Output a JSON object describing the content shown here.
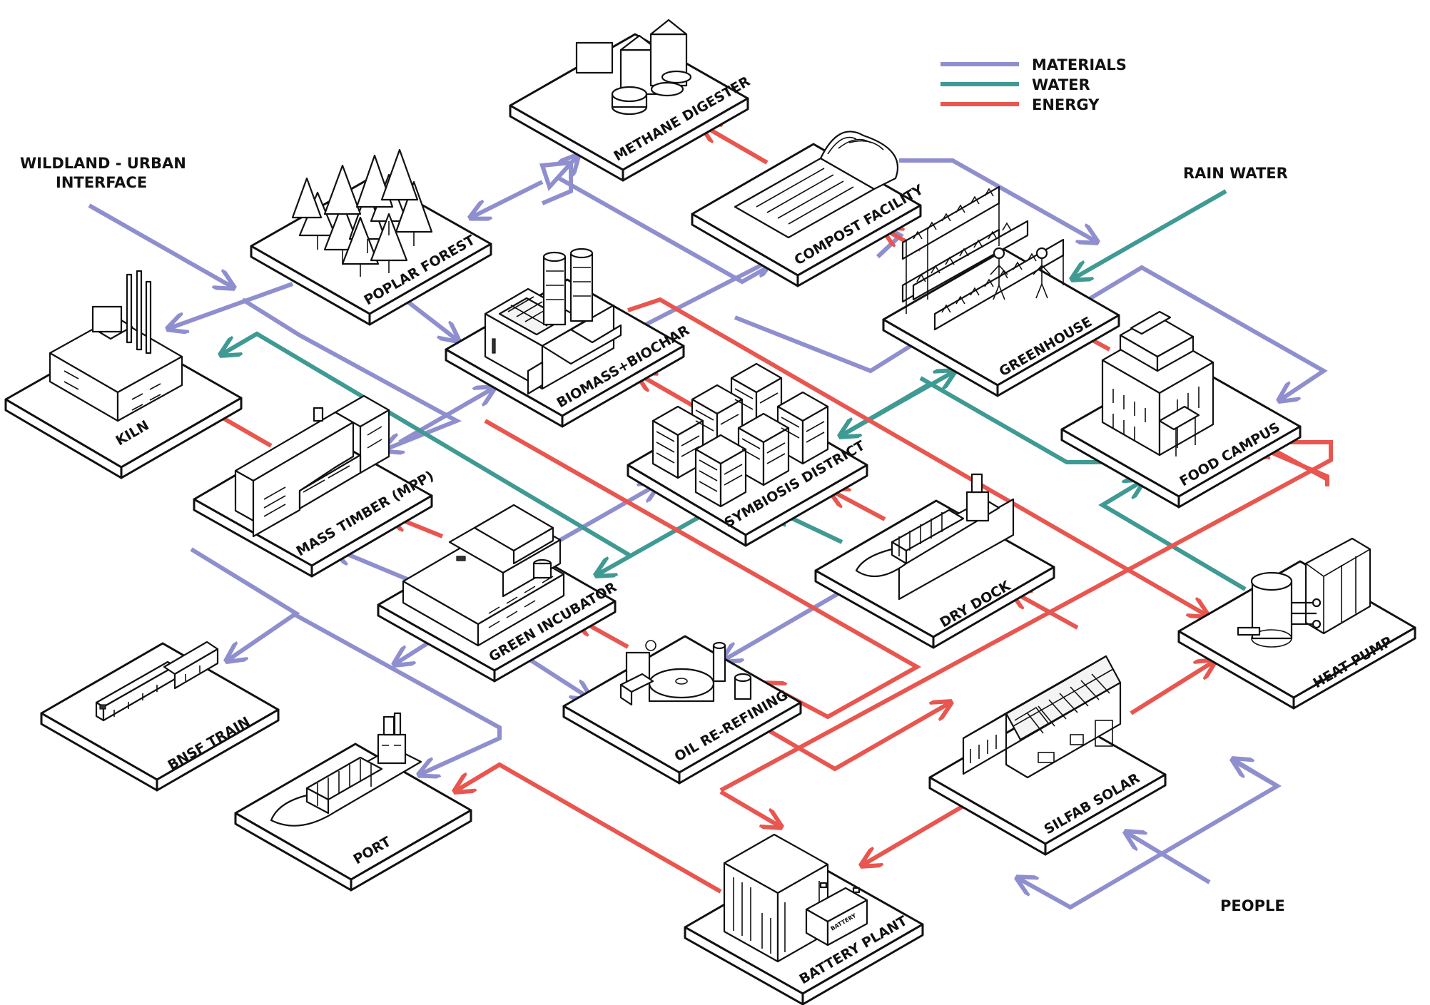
{
  "legend": {
    "materials": {
      "label": "MATERIALS",
      "color": "#8f8fcf"
    },
    "water": {
      "label": "WATER",
      "color": "#3f9a93"
    },
    "energy": {
      "label": "ENERGY",
      "color": "#e8564f"
    }
  },
  "annotations": {
    "wildland_line1": "WILDLAND - URBAN",
    "wildland_line2": "INTERFACE",
    "rain_water": "RAIN WATER",
    "people": "PEOPLE"
  },
  "facilities": {
    "methane_digester": "METHANE DIGESTER",
    "compost_facility": "COMPOST FACILITY",
    "poplar_forest": "POPLAR FOREST",
    "kiln": "KILN",
    "biomass_biochar": "BIOMASS+BIOCHAR",
    "greenhouse": "GREENHOUSE",
    "food_campus": "FOOD CAMPUS",
    "symbiosis_district": "SYMBIOSIS DISTRICT",
    "mass_timber": "MASS TIMBER (MPP)",
    "green_incubator": "GREEN INCUBATOR",
    "dry_dock": "DRY DOCK",
    "heat_pump": "HEAT PUMP",
    "bnsf_train": "BNSF TRAIN",
    "oil_re_refining": "OIL RE-REFINING",
    "silfab_solar": "SILFAB SOLAR",
    "port": "PORT",
    "battery_plant": "BATTERY PLANT",
    "battery_sign": "BATTERY"
  }
}
